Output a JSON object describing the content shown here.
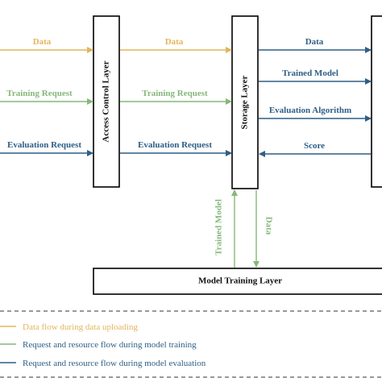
{
  "colors": {
    "data_flow": "#e3b55c",
    "training_flow": "#86b87a",
    "evaluation_flow": "#2f5f86",
    "box_stroke": "#000000",
    "text_dark": "#111111"
  },
  "layers": {
    "access_control": "Access Control Layer",
    "storage": "Storage Layer",
    "model_training": "Model Training Layer"
  },
  "left_flows": {
    "data": "Data",
    "training_request": "Training Request",
    "evaluation_request": "Evaluation Request"
  },
  "middle_flows": {
    "data": "Data",
    "training_request": "Training Request",
    "evaluation_request": "Evaluation Request"
  },
  "right_flows": {
    "data": "Data",
    "trained_model": "Trained Model",
    "evaluation_algorithm": "Evaluation Algorithm",
    "score": "Score"
  },
  "vertical_flows": {
    "trained_model": "Trained Model",
    "data": "Data"
  },
  "legend": {
    "data_flow": "Data flow during data uploading",
    "training_flow": "Request and resource flow during model training",
    "evaluation_flow": "Request and resource flow during model evaluation"
  }
}
